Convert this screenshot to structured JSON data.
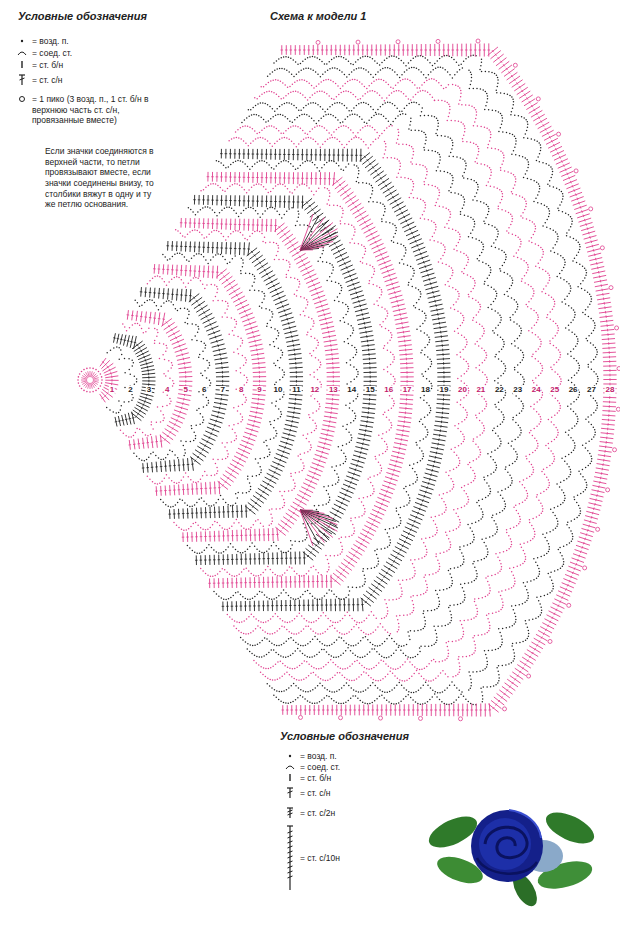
{
  "diagram": {
    "title": "Схема к модели 1",
    "labels": [
      "Условные обозначения",
      "Если значки соединяются в верхней части, то петли провязывают вместе, если значки соединены внизу, то столбики вяжут в одну и ту же петлю основания.",
      "Условные обозначения",
      "1",
      "2",
      "3",
      "4",
      "5",
      "6",
      "7",
      "8",
      "9",
      "10",
      "11",
      "12",
      "13",
      "14",
      "15",
      "16",
      "17",
      "18",
      "19",
      "20",
      "21",
      "22",
      "23",
      "24",
      "25",
      "26",
      "27",
      "28"
    ],
    "legend": [
      {
        "text": "= возд. п."
      },
      {
        "text": "= соед. ст."
      },
      {
        "text": "= ст. б/н"
      },
      {
        "text": "= ст. с/н"
      },
      {
        "text": "= 1 пико (3 возд. п., 1 ст. б/н в верхнюю часть ст. с/н, провязанные вместе)"
      },
      {
        "text": "= возд. п."
      },
      {
        "text": "= соед. ст."
      },
      {
        "text": "= ст. б/н"
      },
      {
        "text": "= ст. с/н"
      },
      {
        "text": "= ст. с/2н"
      },
      {
        "text": "= ст. с/10н"
      }
    ]
  }
}
